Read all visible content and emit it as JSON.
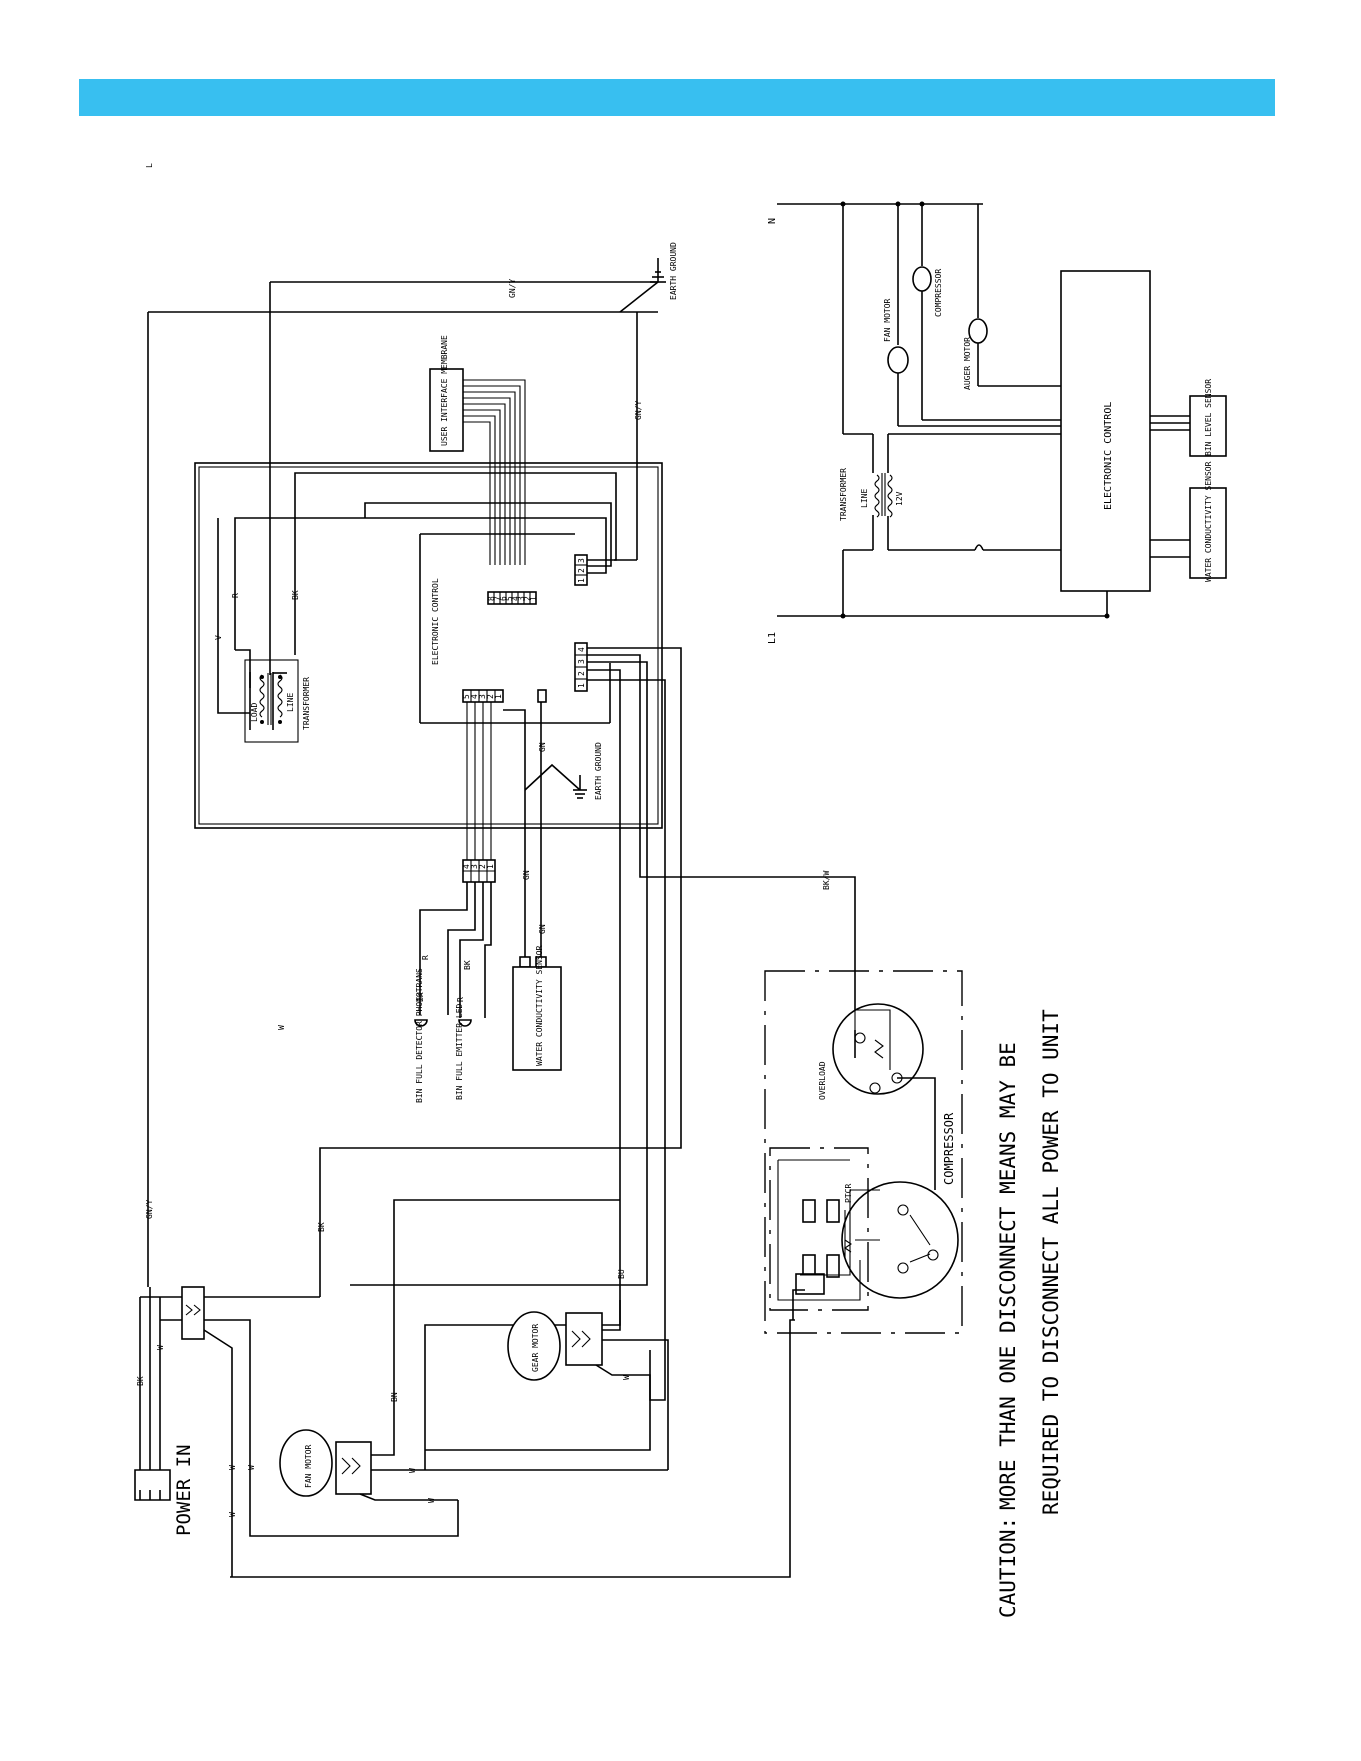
{
  "header": {
    "banner_color": "#38bff0"
  },
  "corner_mark": "L",
  "schematic": {
    "n": "N",
    "l1": "L1",
    "fan_motor": "FAN MOTOR",
    "compressor": "COMPRESSOR",
    "auger_motor": "AUGER MOTOR",
    "electronic_control": "ELECTRONIC CONTROL",
    "bin_level_sensor": "BIN LEVEL SENSOR",
    "water_conductivity_sensor": "WATER CONDUCTIVITY SENSOR",
    "transformer": "TRANSFORMER",
    "line": "LINE",
    "v12": "12V"
  },
  "wiring": {
    "earth_ground": "EARTH GROUND",
    "gn_y": "GN/Y",
    "user_interface_membrane": "USER INTERFACE MEMBRANE",
    "electronic_control": "ELECTRONIC CONTROL",
    "transformer": "TRANSFORMER",
    "load": "LOAD",
    "line": "LINE",
    "v": "V",
    "r": "R",
    "bk": "BK",
    "gn": "GN",
    "w": "W",
    "bu": "BU",
    "bn": "BN",
    "bk_w": "BK/W",
    "bin_full_detector": "BIN FULL DETECTOR PHOTOTRANS",
    "bin_full_emitter": "BIN FULL EMITTER LED",
    "water_conductivity_sensor": "WATER CONDUCTIVITY SENSOR",
    "overload": "OVERLOAD",
    "compressor": "COMPRESSOR",
    "ptcr": "PTCR",
    "gear_motor": "GEAR MOTOR",
    "fan_motor": "FAN MOTOR",
    "power_in": "POWER IN",
    "connector_8": [
      "8",
      "7",
      "6",
      "5",
      "4",
      "3",
      "2",
      "1"
    ],
    "connector_3": [
      "3",
      "2",
      "1"
    ],
    "connector_4": [
      "4",
      "3",
      "2",
      "1"
    ],
    "connector_5": [
      "5",
      "4",
      "3",
      "2",
      "1"
    ]
  },
  "caution": {
    "title": "CAUTION:",
    "line1": "MORE THAN ONE DISCONNECT MEANS MAY BE",
    "line2": "REQUIRED TO DISCONNECT ALL POWER TO UNIT"
  }
}
